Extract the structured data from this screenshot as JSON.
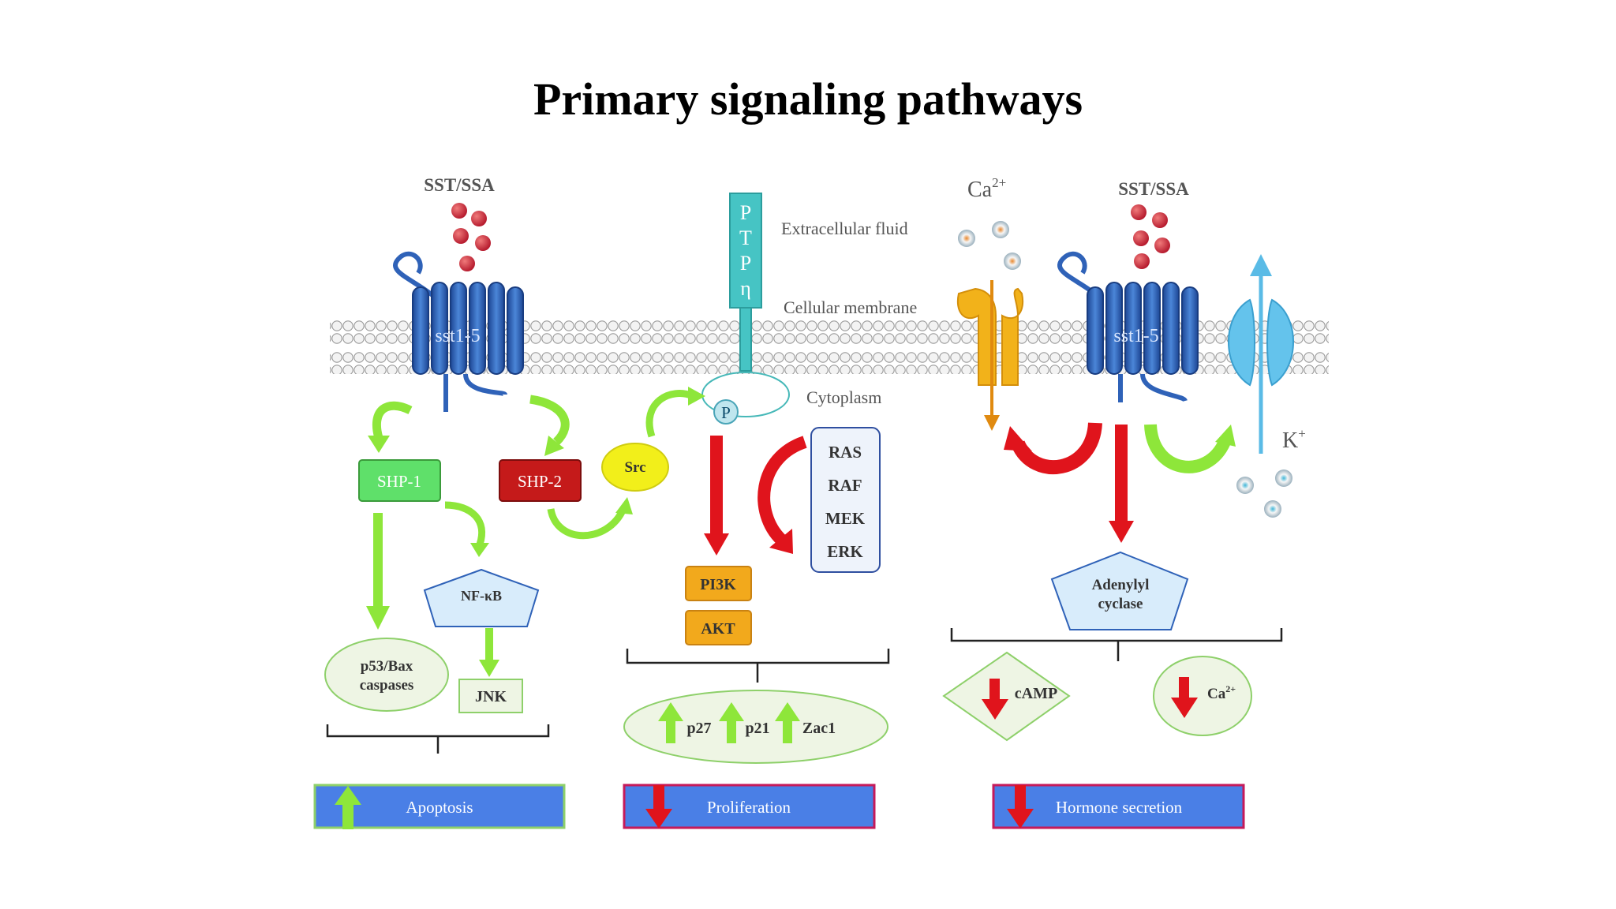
{
  "title": "Primary signaling pathways",
  "labels": {
    "ligand_left": "SST/SSA",
    "ligand_right": "SST/SSA",
    "receptor": "sst1-5",
    "ptp_letters": [
      "P",
      "T",
      "P",
      "η"
    ],
    "extracellular": "Extracellular fluid",
    "membrane": "Cellular membrane",
    "cytoplasm": "Cytoplasm",
    "phospho": "P",
    "calcium_ion": "Ca",
    "calcium_charge": "2+",
    "potassium_ion": "K",
    "potassium_charge": "+"
  },
  "nodes": {
    "shp1": "SHP-1",
    "shp2": "SHP-2",
    "src": "Src",
    "nfkb": "NF-κB",
    "jnk": "JNK",
    "p53_line1": "p53/Bax",
    "p53_line2": "caspases",
    "pi3k": "PI3K",
    "akt": "AKT",
    "mapk": [
      "RAS",
      "RAF",
      "MEK",
      "ERK"
    ],
    "p27": "p27",
    "p21": "p21",
    "zac1": "Zac1",
    "adenylyl_line1": "Adenylyl",
    "adenylyl_line2": "cyclase",
    "camp": "cAMP",
    "ca_out": "Ca",
    "ca_out_charge": "2+"
  },
  "outcomes": {
    "apoptosis": "Apoptosis",
    "proliferation": "Proliferation",
    "hormone": "Hormone secretion"
  },
  "colors": {
    "receptor_blue": "#2f62b8",
    "green": "#8ee63a",
    "red": "#e0141c",
    "orange": "#f2a91c",
    "teal": "#46c4c4",
    "outcome_blue": "#4a7fe6",
    "pale_green": "#eef5e4"
  }
}
